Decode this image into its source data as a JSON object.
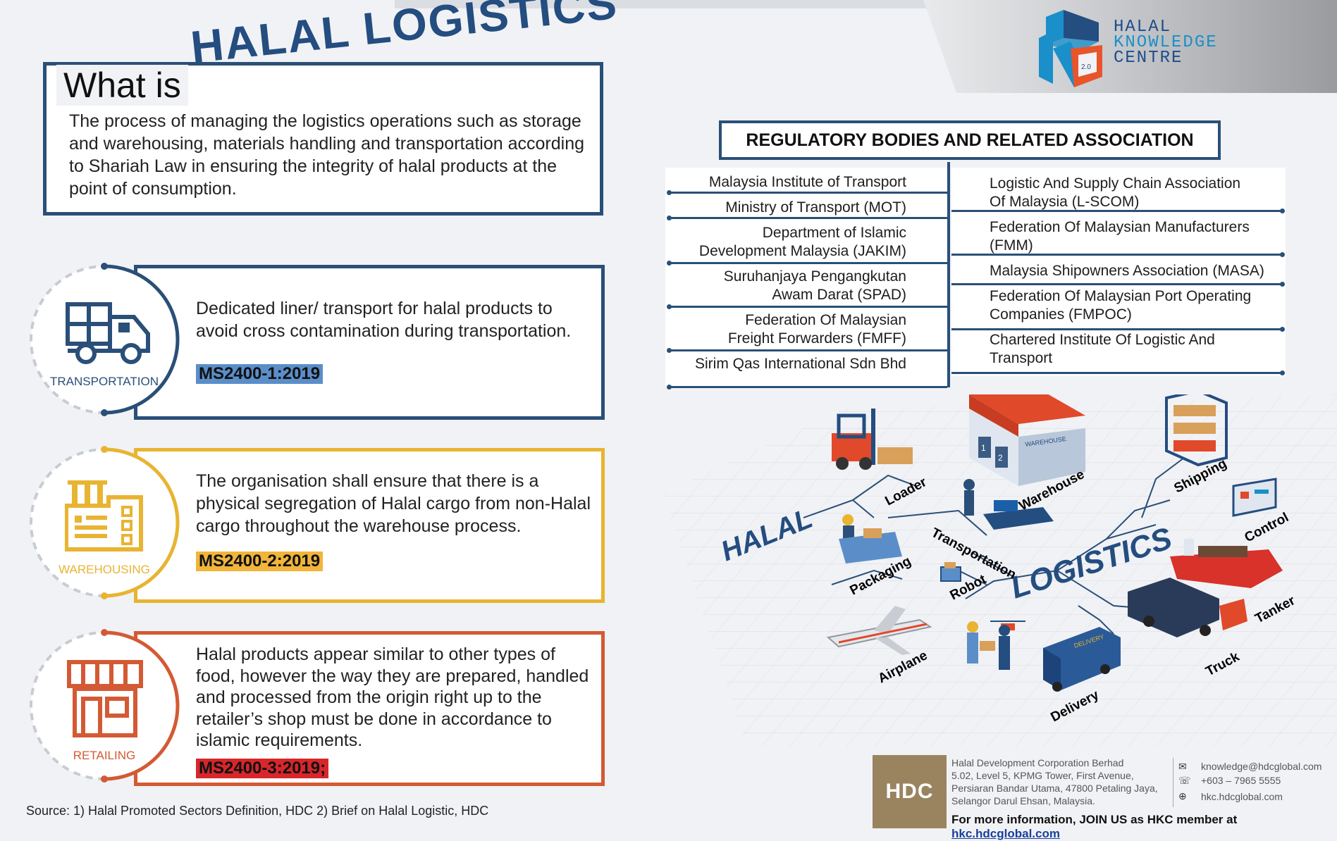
{
  "header": {
    "what_is": "What is",
    "title": "HALAL LOGISTICS",
    "description": "The process of managing the logistics operations such as storage and warehousing, materials handling and transportation according to Shariah Law in ensuring the integrity of halal products at the point of consumption."
  },
  "logo": {
    "line1": "HALAL",
    "line2": "KNOWLEDGE",
    "line3": "CENTRE",
    "badge": "2.0"
  },
  "categories": [
    {
      "label": "TRANSPORTATION",
      "text": "Dedicated liner/ transport for halal products to avoid cross contamination during transportation.",
      "code": "MS2400-1:2019",
      "color": "#2a4f78",
      "code_bg": "#5b8ec9"
    },
    {
      "label": "WAREHOUSING",
      "text": "The organisation shall ensure that there is a physical segregation of Halal cargo from non-Halal cargo throughout the warehouse process.",
      "code": "MS2400-2:2019",
      "color": "#e8b431",
      "code_bg": "#f0b53a"
    },
    {
      "label": "RETAILING",
      "text": "Halal products appear similar to other types of food, however the way they are prepared, handled and processed from the origin right up to the retailer’s shop must be done in accordance to islamic requirements.",
      "code": "MS2400-3:2019;",
      "color": "#d35a34",
      "code_bg": "#d8262a"
    }
  ],
  "regulatory": {
    "title": "REGULATORY BODIES AND RELATED ASSOCIATION",
    "left": [
      {
        "l1": "Malaysia Institute of Transport",
        "l2": ""
      },
      {
        "l1": "Ministry of Transport (MOT)",
        "l2": ""
      },
      {
        "l1": "Department of Islamic",
        "l2": "Development Malaysia (JAKIM)"
      },
      {
        "l1": "Suruhanjaya Pengangkutan",
        "l2": "Awam Darat (SPAD)"
      },
      {
        "l1": "Federation Of Malaysian",
        "l2": "Freight Forwarders (FMFF)"
      },
      {
        "l1": "Sirim Qas International Sdn Bhd",
        "l2": ""
      }
    ],
    "right": [
      {
        "l1": "Logistic And Supply Chain Association",
        "l2": "Of Malaysia (L-SCOM)"
      },
      {
        "l1": "Federation Of Malaysian Manufacturers",
        "l2": "(FMM)"
      },
      {
        "l1": "Malaysia Shipowners Association (MASA)",
        "l2": ""
      },
      {
        "l1": "Federation Of Malaysian Port Operating",
        "l2": "Companies (FMPOC)"
      },
      {
        "l1": "Chartered Institute Of Logistic And",
        "l2": "Transport"
      }
    ]
  },
  "illustration": {
    "halal": "HALAL",
    "logistics": "LOGISTICS",
    "labels": {
      "loader": "Loader",
      "warehouse": "Warehouse",
      "shipping": "Shipping",
      "control": "Control",
      "transportation": "Transportation",
      "packaging": "Packaging",
      "robot": "Robot",
      "tanker": "Tanker",
      "airplane": "Airplane",
      "truck": "Truck",
      "delivery": "Delivery"
    },
    "warehouse_sign": "WAREHOUSE",
    "van_sign": "DELIVERY",
    "door1": "1",
    "door2": "2"
  },
  "footer": {
    "source": "Source: 1)  Halal Promoted Sectors Definition, HDC   2) Brief on Halal Logistic, HDC",
    "hdc": "HDC",
    "address": [
      "Halal Development Corporation Berhad",
      "5.02, Level 5, KPMG Tower,  First Avenue,",
      "Persiaran Bandar Utama, 47800 Petaling Jaya,",
      "Selangor Darul Ehsan, Malaysia."
    ],
    "email": "knowledge@hdcglobal.com",
    "phone": "+603 – 7965 5555",
    "web": "hkc.hdcglobal.com",
    "more_text": "For more information, JOIN US as HKC member at ",
    "more_link": "hkc.hdcglobal.com"
  }
}
